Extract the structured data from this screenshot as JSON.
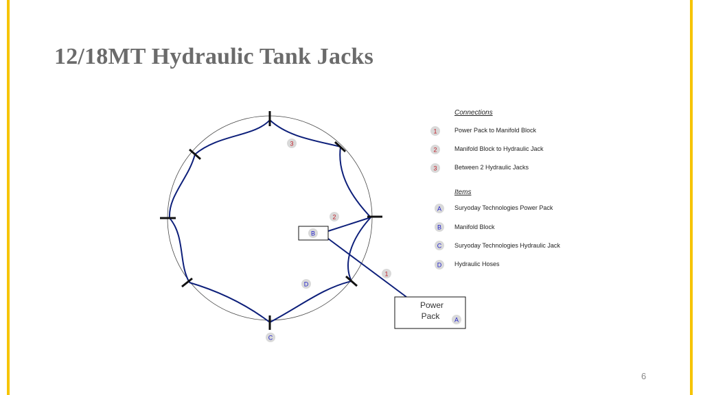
{
  "title": "12/18MT Hydraulic Tank Jacks",
  "page_number": "6",
  "colors": {
    "edge_bar": "#f6c400",
    "title": "#6b6b6b",
    "hose": "#0d1f7a",
    "badge_bg": "#d9d9d9",
    "connection_text": "#c0202a",
    "item_text": "#1e1ec8"
  },
  "diagram": {
    "manifold_label": "B",
    "power_pack_line1": "Power",
    "power_pack_line2": "Pack",
    "power_pack_badge": "A",
    "label_jack": "C",
    "label_hoses": "D",
    "label_conn1": "1",
    "label_conn2": "2",
    "label_conn3": "3"
  },
  "legend": {
    "connections_heading": "Connections",
    "connections": [
      {
        "badge": "1",
        "text": "Power Pack to Manifold Block"
      },
      {
        "badge": "2",
        "text": "Manifold Block to Hydraulic Jack"
      },
      {
        "badge": "3",
        "text": "Between 2 Hydraulic Jacks"
      }
    ],
    "items_heading": "Items",
    "items": [
      {
        "badge": "A",
        "text": "Suryoday Technologies Power Pack"
      },
      {
        "badge": "B",
        "text": "Manifold Block"
      },
      {
        "badge": "C",
        "text": "Suryoday Technologies Hydraulic Jack"
      },
      {
        "badge": "D",
        "text": "Hydraulic Hoses"
      }
    ]
  }
}
